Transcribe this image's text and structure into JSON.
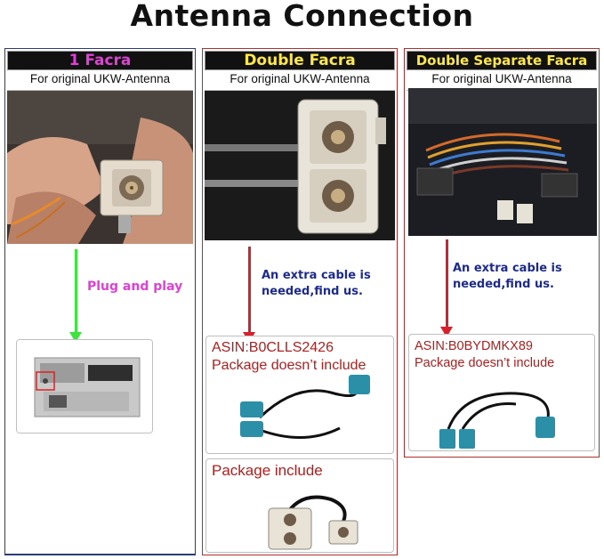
{
  "page": {
    "title": "Antenna Connection"
  },
  "columns": [
    {
      "header": "1 Facra",
      "subtitle": "For original UKW-Antenna",
      "note": "Plug and play"
    },
    {
      "header": "Double Facra",
      "subtitle": "For original UKW-Antenna",
      "note": "An extra cable is needed,find us.",
      "box1": {
        "asin": "ASIN:B0CLLS2426",
        "text": "Package doesn’t include"
      },
      "box2": {
        "text": "Package include"
      }
    },
    {
      "header": "Double Separate Facra",
      "subtitle": "For original UKW-Antenna",
      "note": "An extra cable is needed,find us.",
      "box1": {
        "asin": "ASIN:B0BYDMKX89",
        "text": "Package doesn’t  include"
      }
    }
  ],
  "colors": {
    "accent_magenta": "#e23fd8",
    "accent_yellow": "#fde74c",
    "arrow_green": "#3ee33e",
    "arrow_red": "#d81f2a",
    "note_blue": "#1d2b8f",
    "asin_red": "#b01f1f",
    "connector_teal": "#2c8fa8"
  }
}
